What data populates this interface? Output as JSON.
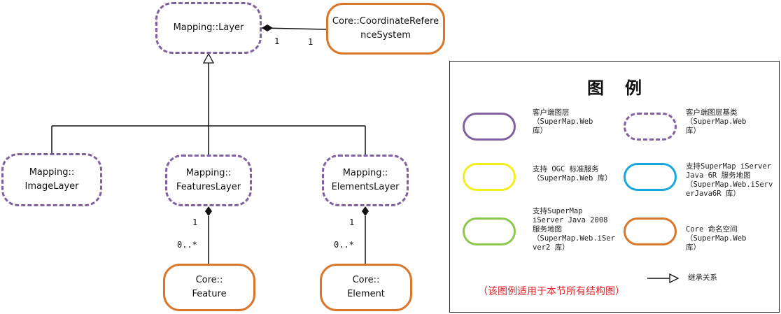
{
  "nodes": {
    "layer": "Mapping::Layer",
    "crs_line1": "Core::CoordinateRefere",
    "crs_line2": "nceSystem",
    "image_line1": "Mapping::",
    "image_line2": "ImageLayer",
    "features_line1": "Mapping::",
    "features_line2": "FeaturesLayer",
    "elements_line1": "Mapping::",
    "elements_line2": "ElementsLayer",
    "feature_line1": "Core::",
    "feature_line2": "Feature",
    "element_line1": "Core::",
    "element_line2": "Element"
  },
  "multiplicities": {
    "layer_crs_left": "1",
    "layer_crs_right": "1",
    "features_top": "1",
    "features_bottom": "0..*",
    "elements_top": "1",
    "elements_bottom": "0..*"
  },
  "legend": {
    "title": "图例",
    "items": [
      {
        "style": "purple-solid",
        "label": "客户端图层\n（SuperMap.Web\n库）"
      },
      {
        "style": "purple-dashed",
        "label": "客户端图层基类\n（SuperMap.Web\n库）"
      },
      {
        "style": "yellow",
        "label": "支持 OGC 标准服务\n（SuperMap.Web 库）"
      },
      {
        "style": "blue",
        "label": "支持SuperMap iServer\nJava 6R 服务地图\n（SuperMap.Web.iServ\nerJava6R 库）"
      },
      {
        "style": "green",
        "label": "支持SuperMap\niServer Java 2008\n服务地图\n（SuperMap.Web.iSer\nver2 库）"
      },
      {
        "style": "orange",
        "label": "Core 命名空间\n（SuperMap.Web\n库）"
      }
    ],
    "inheritance_label": "继承关系",
    "note": "（该图例适用于本节所有结构图）"
  },
  "colors": {
    "purple": "#8062a1",
    "yellow": "#f4ee1f",
    "blue": "#17a8df",
    "green": "#8cc84b",
    "orange": "#d9762a",
    "note_red": "#e3232a"
  }
}
